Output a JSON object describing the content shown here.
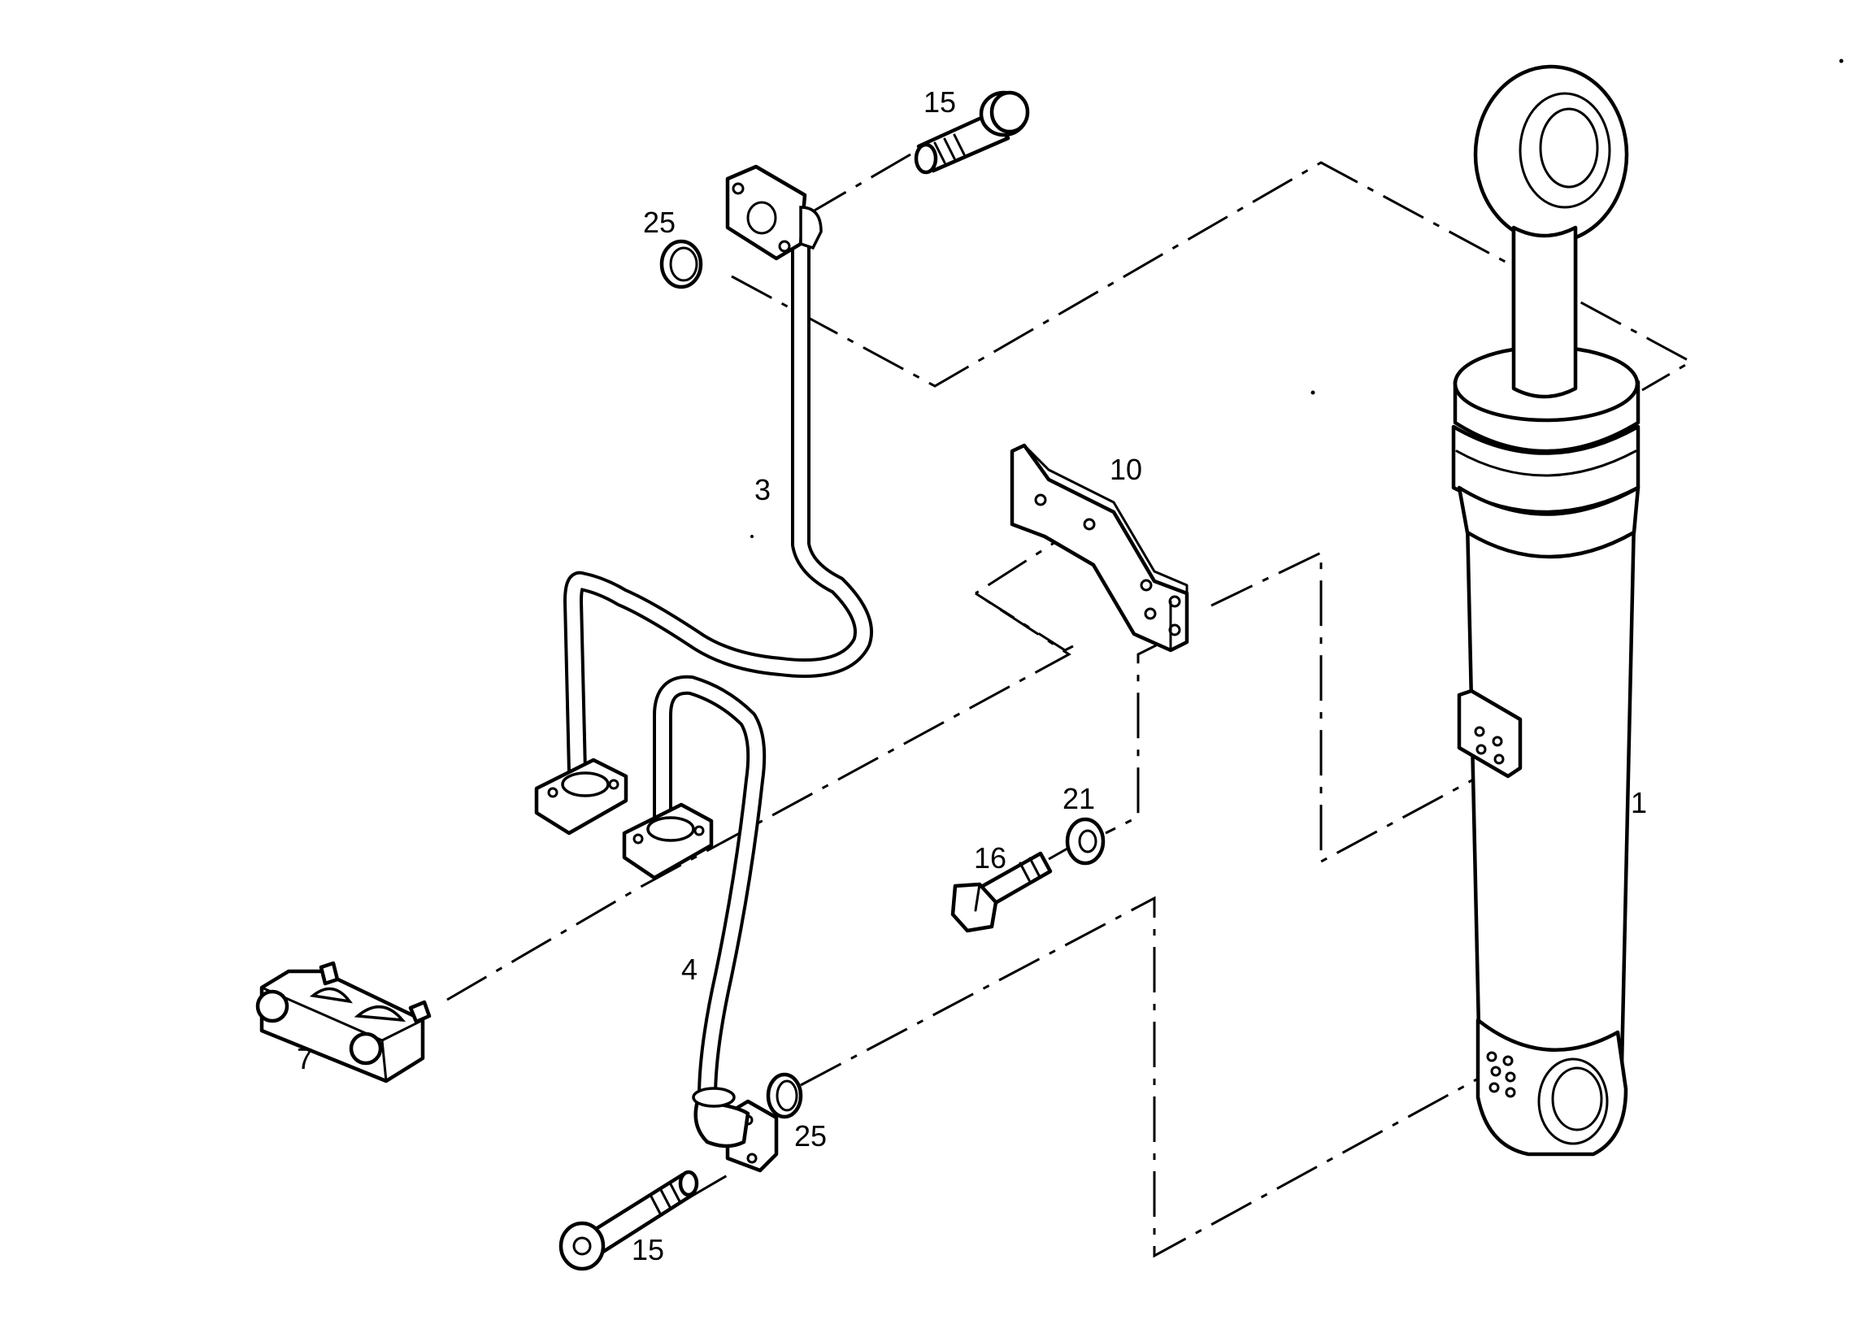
{
  "callouts": {
    "part_1": "1",
    "part_3": "3",
    "part_4": "4",
    "part_7": "7",
    "part_10": "10",
    "part_15_top": "15",
    "part_15_bottom": "15",
    "part_16": "16",
    "part_21": "21",
    "part_25_top": "25",
    "part_25_bottom": "25"
  }
}
